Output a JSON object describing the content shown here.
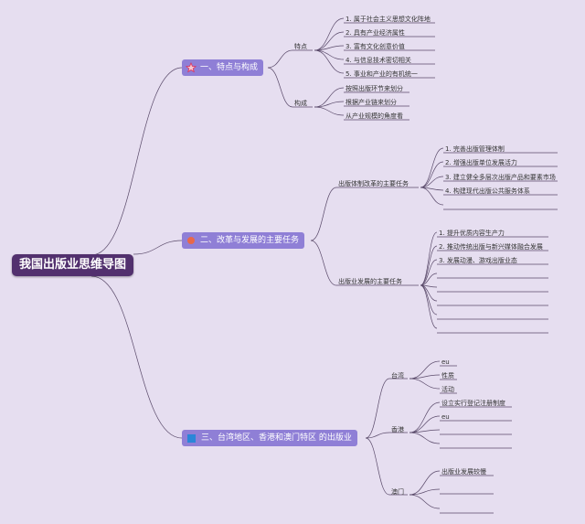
{
  "root": "我国出版业思维导图",
  "branches": [
    {
      "icon": "star-icon",
      "label": "一、特点与构成",
      "groups": [
        {
          "label": "特点",
          "items": [
            "1. 属于社会主义思想文化阵地",
            "2. 具有产业经济属性",
            "3. 富有文化创意价值",
            "4. 与信息技术密切相关",
            "5. 事业和产业的有机统一"
          ]
        },
        {
          "label": "构成",
          "items": [
            "按照出版环节来划分",
            "根据产业链来划分",
            "从产业规模的角度看"
          ]
        }
      ]
    },
    {
      "icon": "dot-icon",
      "label": "二、改革与发展的主要任务",
      "groups": [
        {
          "label": "出版体制改革的主要任务",
          "items": [
            "1. 完善出版管理体制",
            "2. 增强出版单位发展活力",
            "3. 建立健全多层次出版产品和要素市场",
            "4. 构建现代出版公共服务体系",
            ""
          ]
        },
        {
          "label": "出版业发展的主要任务",
          "items": [
            "1. 提升优质内容生产力",
            "2. 推动传统出版与新兴媒体融合发展",
            "3. 发展动漫、游戏出版业态",
            "",
            "",
            "",
            "",
            ""
          ]
        }
      ]
    },
    {
      "icon": "square-icon",
      "label": "三、台湾地区、香港和澳门特区 的出版业",
      "groups": [
        {
          "label": "台湾",
          "items": [
            "eu",
            "性质",
            "活动"
          ]
        },
        {
          "label": "香港",
          "items": [
            "设立实行登记注册制度",
            "eu",
            "",
            ""
          ]
        },
        {
          "label": "澳门",
          "items": [
            "出版业发展较慢",
            "",
            ""
          ]
        }
      ]
    }
  ]
}
